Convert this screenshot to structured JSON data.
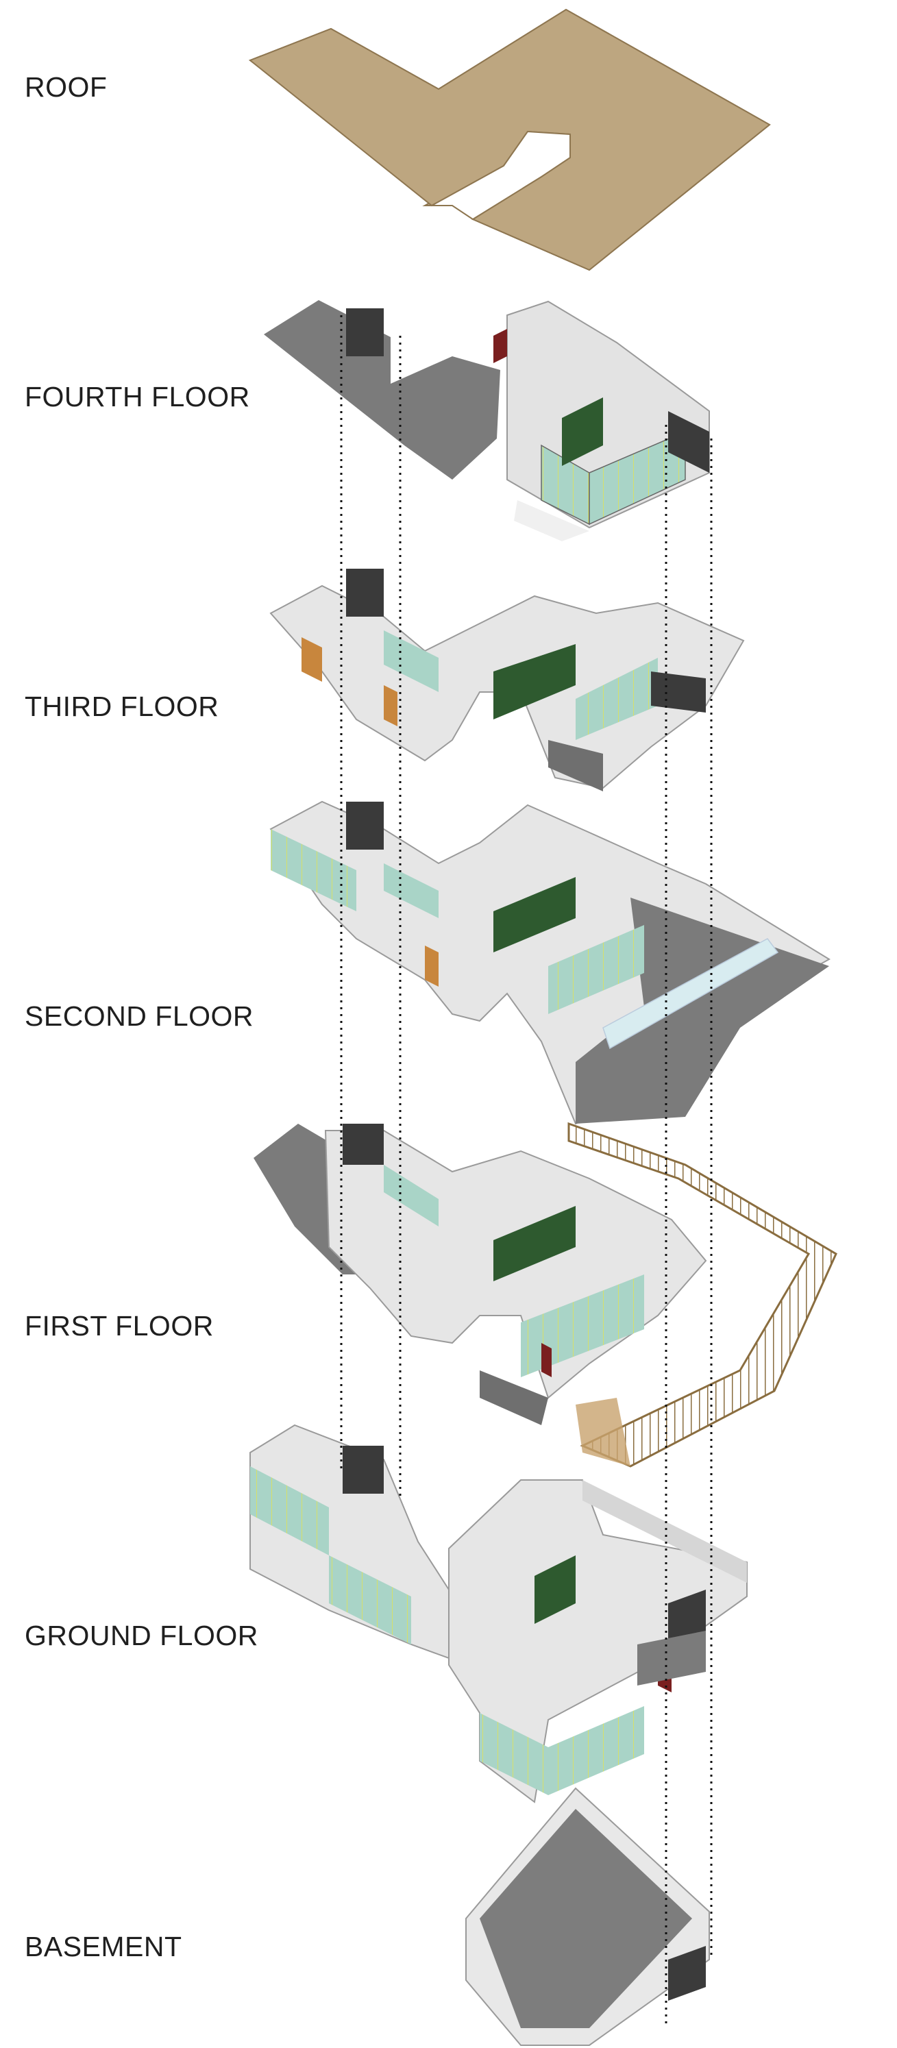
{
  "floors": [
    {
      "id": "roof",
      "label": "ROOF"
    },
    {
      "id": "fourth",
      "label": "FOURTH FLOOR"
    },
    {
      "id": "third",
      "label": "THIRD FLOOR"
    },
    {
      "id": "second",
      "label": "SECOND FLOOR"
    },
    {
      "id": "first",
      "label": "FIRST FLOOR"
    },
    {
      "id": "ground",
      "label": "GROUND FLOOR"
    },
    {
      "id": "basement",
      "label": "BASEMENT"
    }
  ],
  "colors": {
    "roof": "#bda680",
    "slab": "#7b7b7b",
    "wall_white": "#e9e9e9",
    "wall_shade": "#bdbdbd",
    "glazing": "#a9d4c7",
    "green_panel": "#2e5a2f",
    "orange_panel": "#c8863d",
    "red_door": "#7a1f1f",
    "timber_screen": "#b39567",
    "guide_line": "#111111"
  }
}
